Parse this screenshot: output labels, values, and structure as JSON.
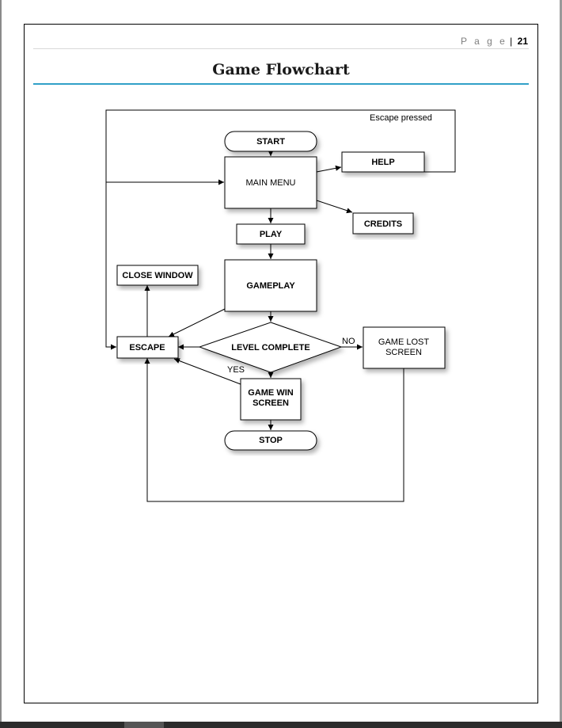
{
  "header": {
    "page_word": "P a g e",
    "separator": "|",
    "page_number": "21"
  },
  "title": "Game Flowchart",
  "flowchart": {
    "nodes": {
      "start": "START",
      "main_menu": "MAIN MENU",
      "help": "HELP",
      "credits": "CREDITS",
      "play": "PLAY",
      "gameplay": "GAMEPLAY",
      "close_window": "CLOSE WINDOW",
      "escape": "ESCAPE",
      "level_complete": "LEVEL COMPLETE",
      "game_lost_line1": "GAME LOST",
      "game_lost_line2": "SCREEN",
      "game_win_line1": "GAME WIN",
      "game_win_line2": "SCREEN",
      "stop": "STOP"
    },
    "edge_labels": {
      "escape_pressed": "Escape pressed",
      "no": "NO",
      "yes": "YES"
    }
  }
}
